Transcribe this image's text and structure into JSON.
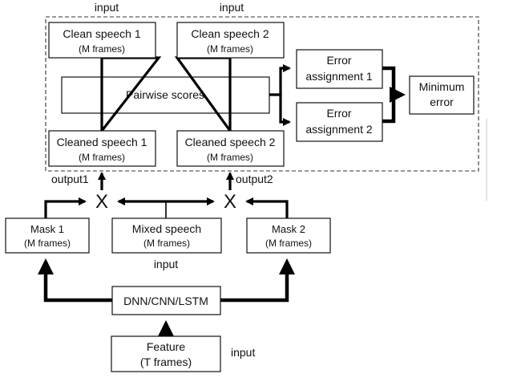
{
  "labels": {
    "input_top_left": "input",
    "input_top_right": "input",
    "input_middle": "input",
    "input_bottom": "input",
    "output1": "output1",
    "output2": "output2",
    "multiply_left": "X",
    "multiply_right": "X"
  },
  "boxes": {
    "clean_speech_1": {
      "title": "Clean speech 1",
      "sub": "(M frames)"
    },
    "clean_speech_2": {
      "title": "Clean speech 2",
      "sub": "(M frames)"
    },
    "pairwise_scores": {
      "title": "Pairwise scores"
    },
    "cleaned_speech_1": {
      "title": "Cleaned speech 1",
      "sub": "(M frames)"
    },
    "cleaned_speech_2": {
      "title": "Cleaned speech 2",
      "sub": "(M frames)"
    },
    "error_assignment_1": {
      "line1": "Error",
      "line2": "assignment 1"
    },
    "error_assignment_2": {
      "line1": "Error",
      "line2": "assignment 2"
    },
    "minimum_error": {
      "line1": "Minimum",
      "line2": "error"
    },
    "mask_1": {
      "title": "Mask 1",
      "sub": "(M frames)"
    },
    "mixed_speech": {
      "title": "Mixed speech",
      "sub": "(M frames)"
    },
    "mask_2": {
      "title": "Mask 2",
      "sub": "(M frames)"
    },
    "dnn": {
      "title": "DNN/CNN/LSTM"
    },
    "feature": {
      "title": "Feature",
      "sub": "(T frames)"
    }
  }
}
